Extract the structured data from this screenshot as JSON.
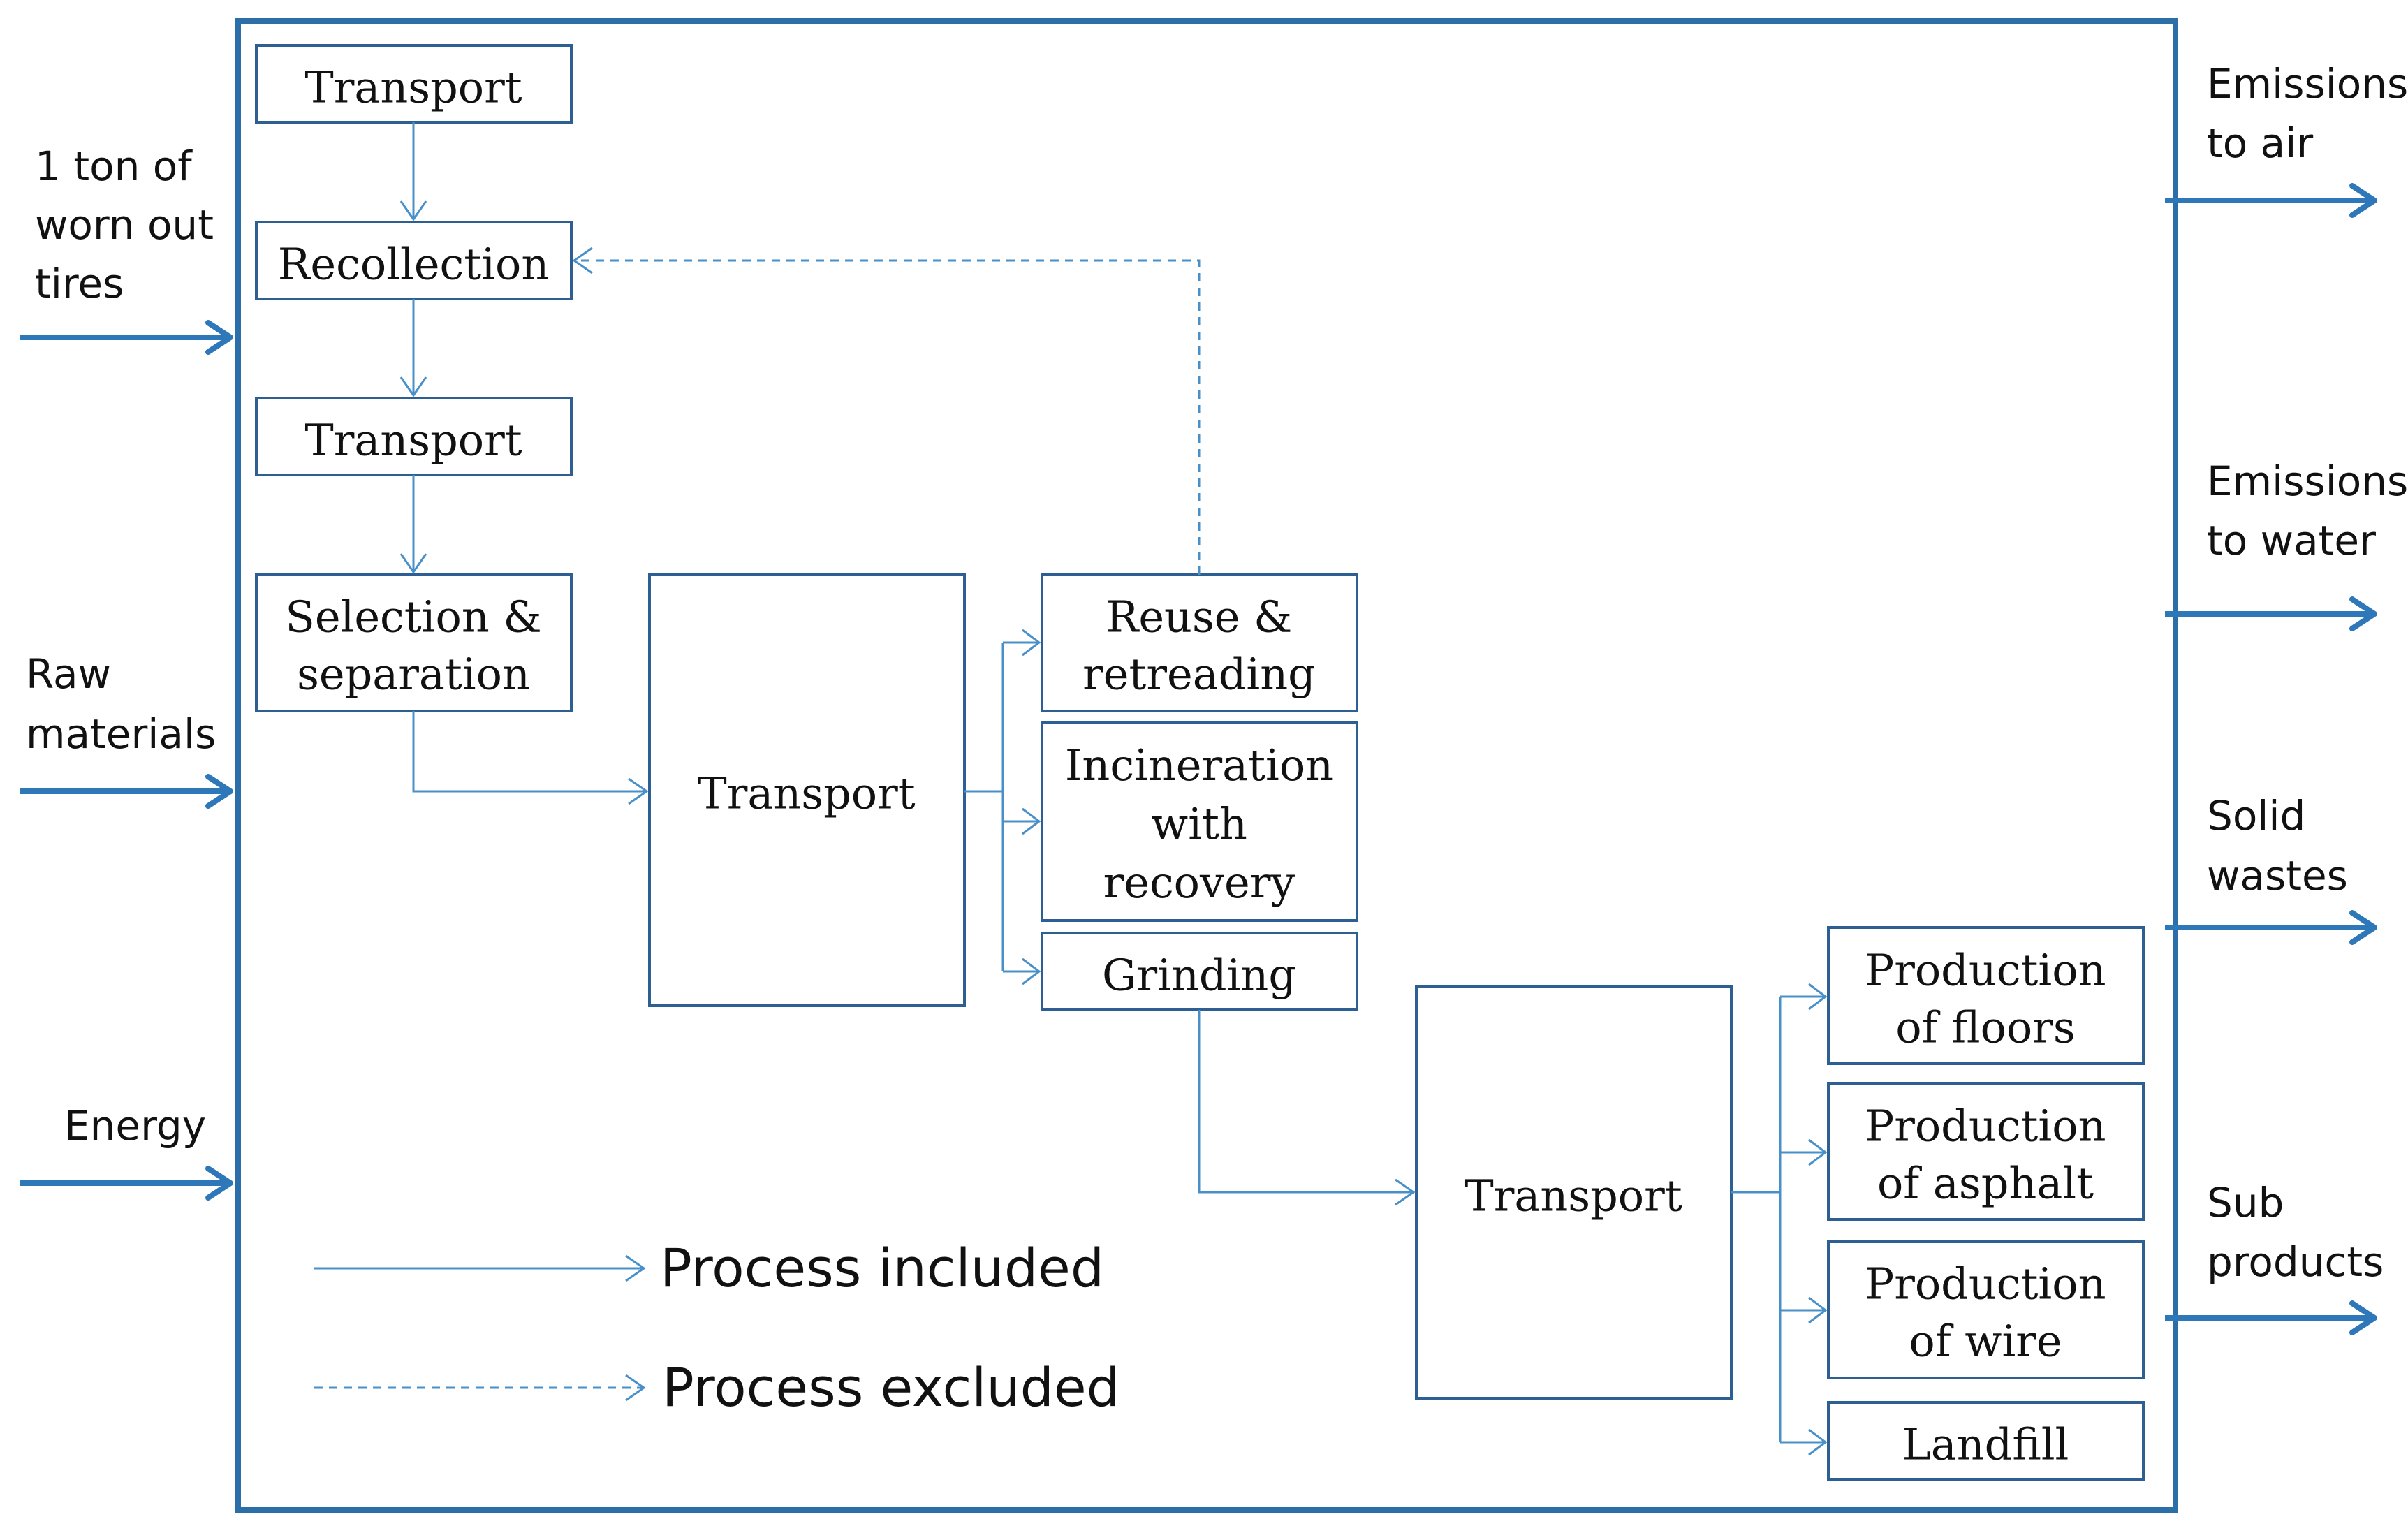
{
  "processes": {
    "transport_1": [
      "Transport"
    ],
    "recollection": [
      "Recollection"
    ],
    "transport_2": [
      "Transport"
    ],
    "selection_separation": [
      "Selection &",
      "separation"
    ],
    "transport_3": [
      "Transport"
    ],
    "reuse_retreading": [
      "Reuse &",
      "retreading"
    ],
    "incineration_recovery": [
      "Incineration",
      "with",
      "recovery"
    ],
    "grinding": [
      "Grinding"
    ],
    "transport_4": [
      "Transport"
    ],
    "production_floors": [
      "Production",
      "of floors"
    ],
    "production_asphalt": [
      "Production",
      "of asphalt"
    ],
    "production_wire": [
      "Production",
      "of wire"
    ],
    "landfill": [
      "Landfill"
    ]
  },
  "inputs": {
    "tires": [
      "1 ton of",
      "worn out",
      "tires"
    ],
    "raw_materials": [
      "Raw",
      "materials"
    ],
    "energy": [
      "Energy"
    ]
  },
  "outputs": {
    "emissions_air": [
      "Emissions",
      "to air"
    ],
    "emissions_water": [
      "Emissions",
      "to water"
    ],
    "solid_wastes": [
      "Solid",
      "wastes"
    ],
    "sub_products": [
      "Sub",
      "products"
    ]
  },
  "legend": {
    "included": "Process included",
    "excluded": "Process excluded"
  },
  "colors": {
    "frame": "#2c6ea8",
    "arrow": "#4a90c8",
    "box_border": "#2e5f93",
    "io_arrow": "#2e77b8"
  }
}
